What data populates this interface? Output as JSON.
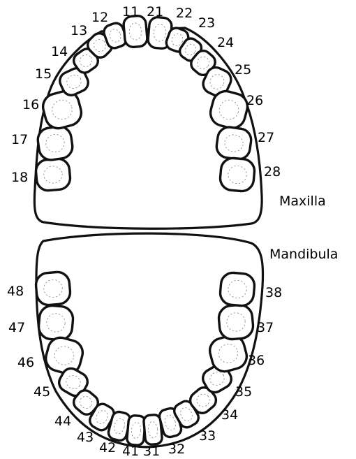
{
  "labels": {
    "maxilla": "Maxilla",
    "mandibula": "Mandibula"
  },
  "upper_teeth": [
    "18",
    "17",
    "16",
    "15",
    "14",
    "13",
    "12",
    "11",
    "21",
    "22",
    "23",
    "24",
    "25",
    "26",
    "27",
    "28"
  ],
  "lower_teeth": [
    "48",
    "47",
    "46",
    "45",
    "44",
    "43",
    "42",
    "41",
    "31",
    "32",
    "33",
    "34",
    "35",
    "36",
    "37",
    "38"
  ],
  "colors": {
    "stroke": "#111111",
    "fill": "#ffffff",
    "text": "#000000"
  }
}
